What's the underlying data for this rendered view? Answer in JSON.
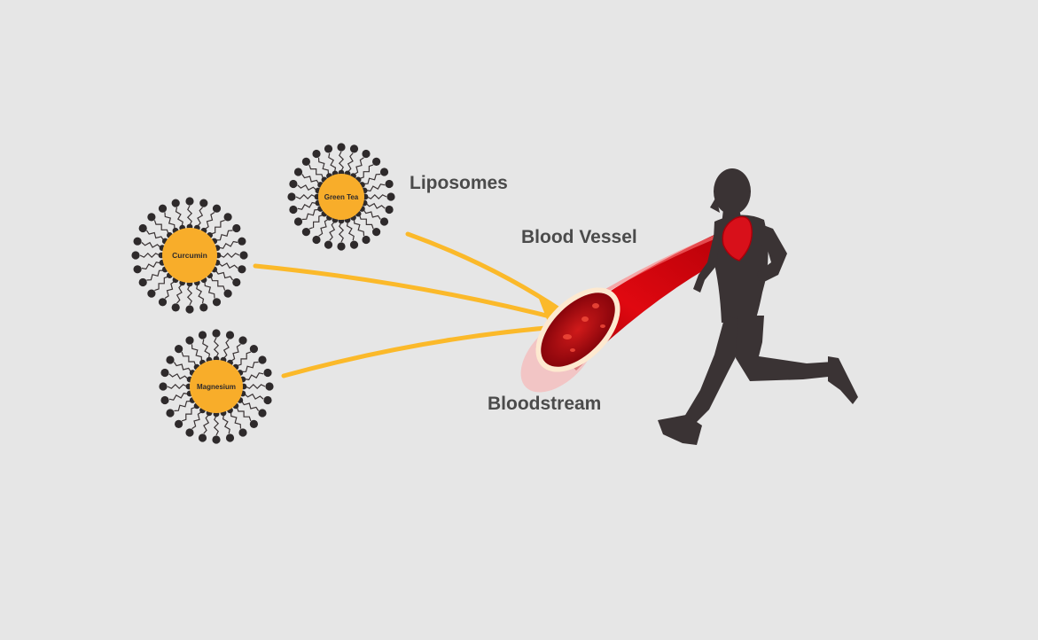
{
  "labels": {
    "liposomes": "Liposomes",
    "blood_vessel": "Blood Vessel",
    "bloodstream": "Bloodstream"
  },
  "liposomes": [
    {
      "key": "green_tea",
      "label": "Green Tea"
    },
    {
      "key": "curcumin",
      "label": "Curcumin"
    },
    {
      "key": "magnesium",
      "label": "Magnesium"
    }
  ],
  "colors": {
    "background": "#e6e6e6",
    "liposome_core": "#f8ad2a",
    "arrow": "#fbb92a",
    "vessel": "#c8000a",
    "silhouette": "#3a3334",
    "heart": "#d8101a",
    "label_text": "#4b4b4b"
  },
  "icons": {
    "runner": "running-man-silhouette-icon",
    "heart": "heart-icon",
    "vessel": "blood-vessel-icon"
  }
}
